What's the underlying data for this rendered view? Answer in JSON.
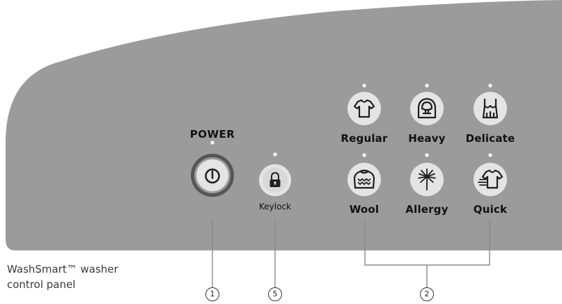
{
  "caption": {
    "line1": "WashSmart™ washer",
    "line2": "control panel"
  },
  "power": {
    "label": "POWER",
    "icon": "power-icon"
  },
  "keylock": {
    "label": "Keylock",
    "icon": "lock-icon"
  },
  "cycles": [
    {
      "label": "Regular",
      "icon": "tshirt-icon"
    },
    {
      "label": "Heavy",
      "icon": "hoodie-icon"
    },
    {
      "label": "Delicate",
      "icon": "camisole-icon"
    },
    {
      "label": "Wool",
      "icon": "sweater-icon"
    },
    {
      "label": "Allergy",
      "icon": "dandelion-icon"
    },
    {
      "label": "Quick",
      "icon": "fast-shirt-icon"
    }
  ],
  "callouts": {
    "power": "1",
    "keylock": "5",
    "cycles": "2"
  },
  "colors": {
    "panel": "#9b9b9b",
    "button_face": "#e3e3e3",
    "power_ring": "#555555",
    "indicator": "#ffffff"
  }
}
